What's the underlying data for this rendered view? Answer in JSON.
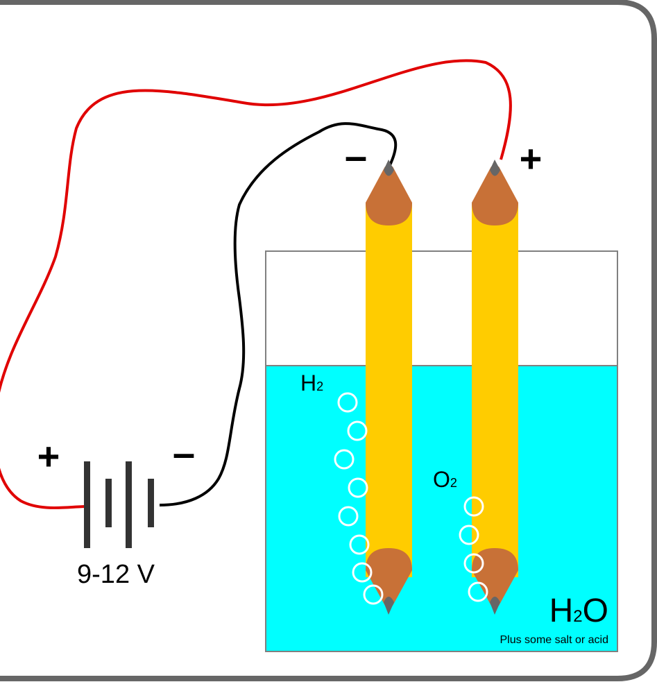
{
  "battery": {
    "voltage_label": "9-12 V",
    "plus_sign": "+",
    "minus_sign": "–"
  },
  "electrodes": {
    "cathode_sign": "–",
    "anode_sign": "+"
  },
  "gases": {
    "hydrogen": {
      "symbol": "H",
      "subscript": "2"
    },
    "oxygen": {
      "symbol": "O",
      "subscript": "2"
    }
  },
  "liquid": {
    "formula_prefix": "H",
    "formula_subscript": "2",
    "formula_suffix": "O",
    "note": "Plus some salt or acid"
  },
  "colors": {
    "frame": "#666666",
    "water": "#00ffff",
    "pencil_body": "#ffcc00",
    "pencil_wood": "#c87137",
    "pencil_lead": "#666666",
    "positive_wire": "#e00000",
    "negative_wire": "#000000",
    "battery_plates": "#333333",
    "bubble": "#ffffff"
  }
}
